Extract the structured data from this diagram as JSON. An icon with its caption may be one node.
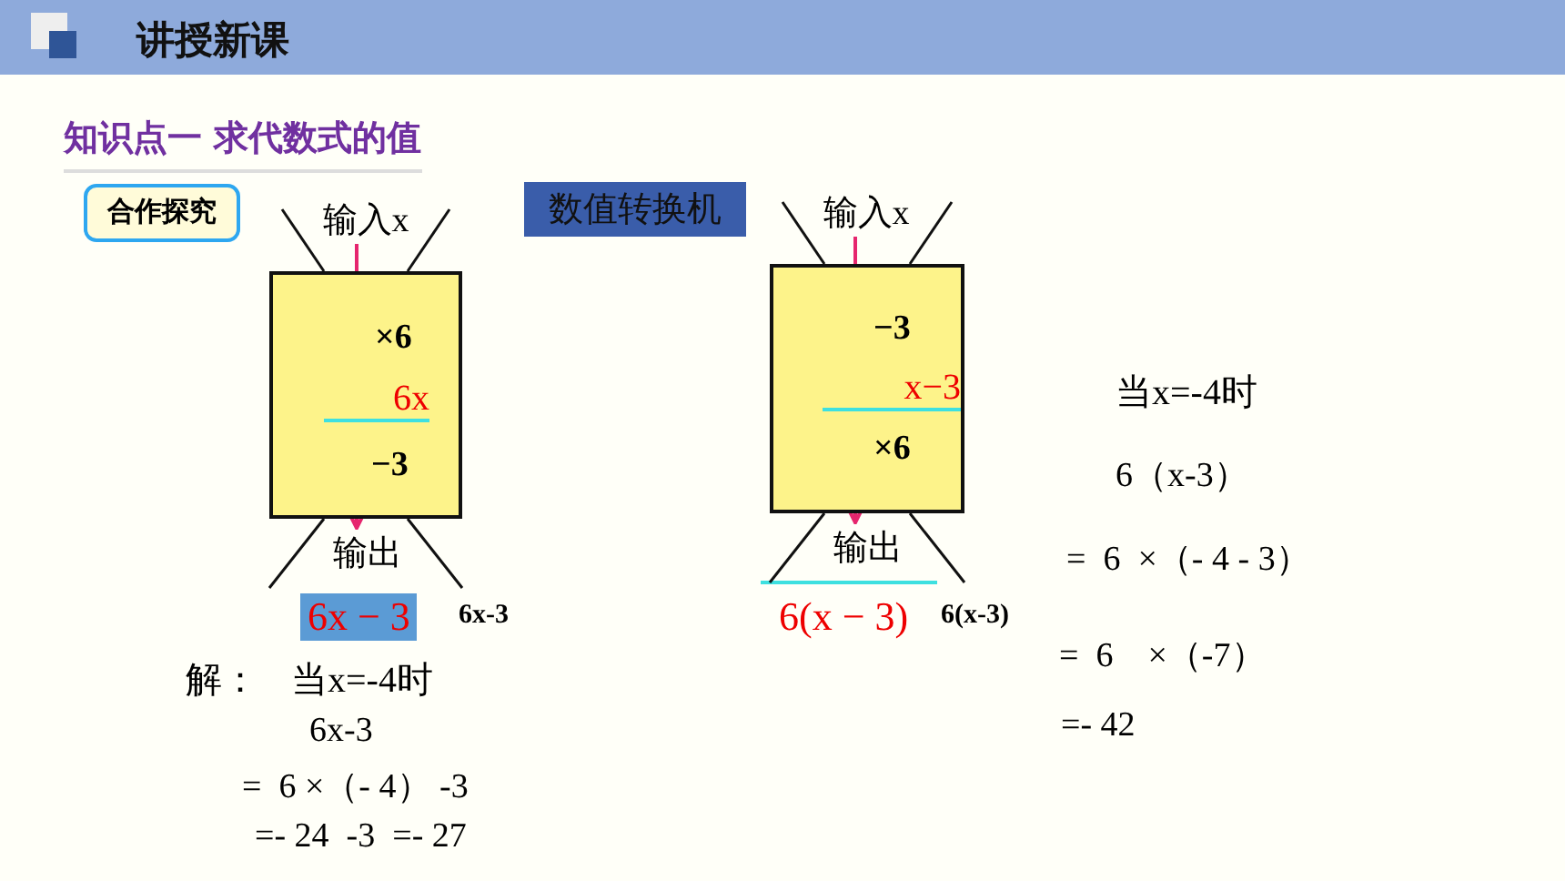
{
  "diagram": {
    "title": "讲授新课",
    "nodes": [
      {
        "text": [
          "合作探究"
        ]
      },
      {
        "text": [
          "数值转换机"
        ]
      },
      {
        "text": [],
        "shape": "box"
      },
      {
        "text": [
          "输入x"
        ]
      },
      {
        "text": [
          "6x"
        ],
        "in": 2
      },
      {
        "text": [
          "输出"
        ]
      },
      {
        "text": [],
        "shape": "box"
      },
      {
        "text": [
          "输入x"
        ]
      },
      {
        "text": [
          "x−3"
        ],
        "in": 6
      },
      {
        "text": [
          "输出"
        ]
      }
    ],
    "edges": [
      {
        "from": 3,
        "to": 4,
        "arrow": "to",
        "label": "×6"
      },
      {
        "from": 4,
        "to": 5,
        "arrow": "to",
        "label": "−3"
      },
      {
        "from": 7,
        "to": 8,
        "arrow": "to",
        "label": "−3"
      },
      {
        "from": 8,
        "to": 9,
        "arrow": "to",
        "label": "×6"
      }
    ],
    "labels": [
      "知识点一  求代数式的值",
      "6x − 3",
      "6x-3",
      "6(x − 3)",
      "6(x-3)",
      "解：",
      "当x=-4时",
      "6x-3",
      "=  6 ×（- 4） -3",
      "=- 24  -3  =- 27",
      "当x=-4时",
      "6（x-3）",
      "=  6  ×（- 4 - 3）",
      "=  6    ×（-7）",
      "=- 42"
    ]
  }
}
